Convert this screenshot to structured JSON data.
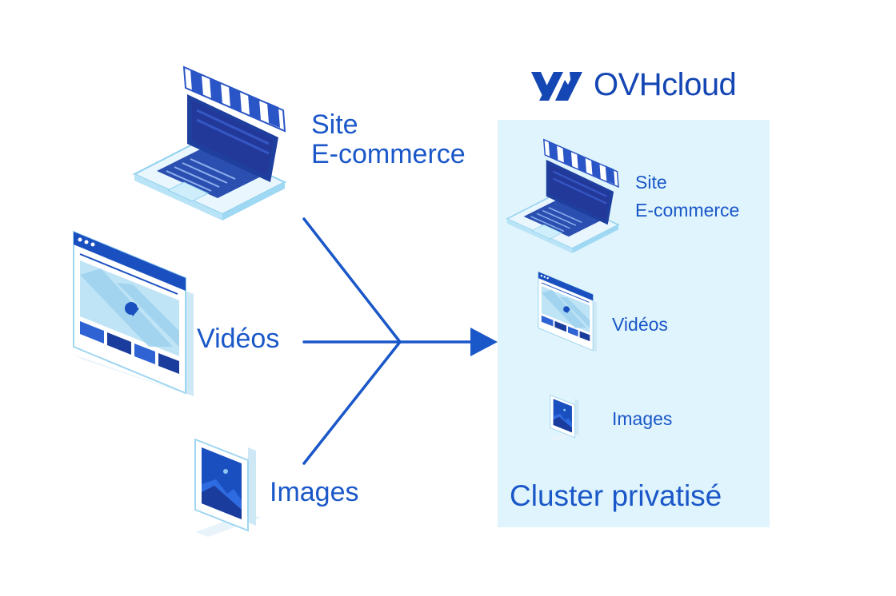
{
  "brand": {
    "name": "OVHcloud",
    "logo_icon": "ovh-logo-icon",
    "colors": {
      "primary": "#1a57c8",
      "dark": "#0f3ea8",
      "light": "#dff4fc"
    }
  },
  "left": {
    "ecommerce": {
      "line1": "Site",
      "line2": "E-commerce",
      "icon": "laptop-storefront-icon"
    },
    "videos": {
      "label": "Vidéos",
      "icon": "video-window-icon"
    },
    "images": {
      "label": "Images",
      "icon": "image-frame-icon"
    }
  },
  "cluster": {
    "title": "Cluster privatisé",
    "ecommerce": {
      "line1": "Site",
      "line2": "E-commerce",
      "icon": "laptop-storefront-icon"
    },
    "videos": {
      "label": "Vidéos",
      "icon": "video-window-icon"
    },
    "images": {
      "label": "Images",
      "icon": "image-frame-icon"
    }
  },
  "connector": {
    "icon": "merge-arrow-icon"
  }
}
